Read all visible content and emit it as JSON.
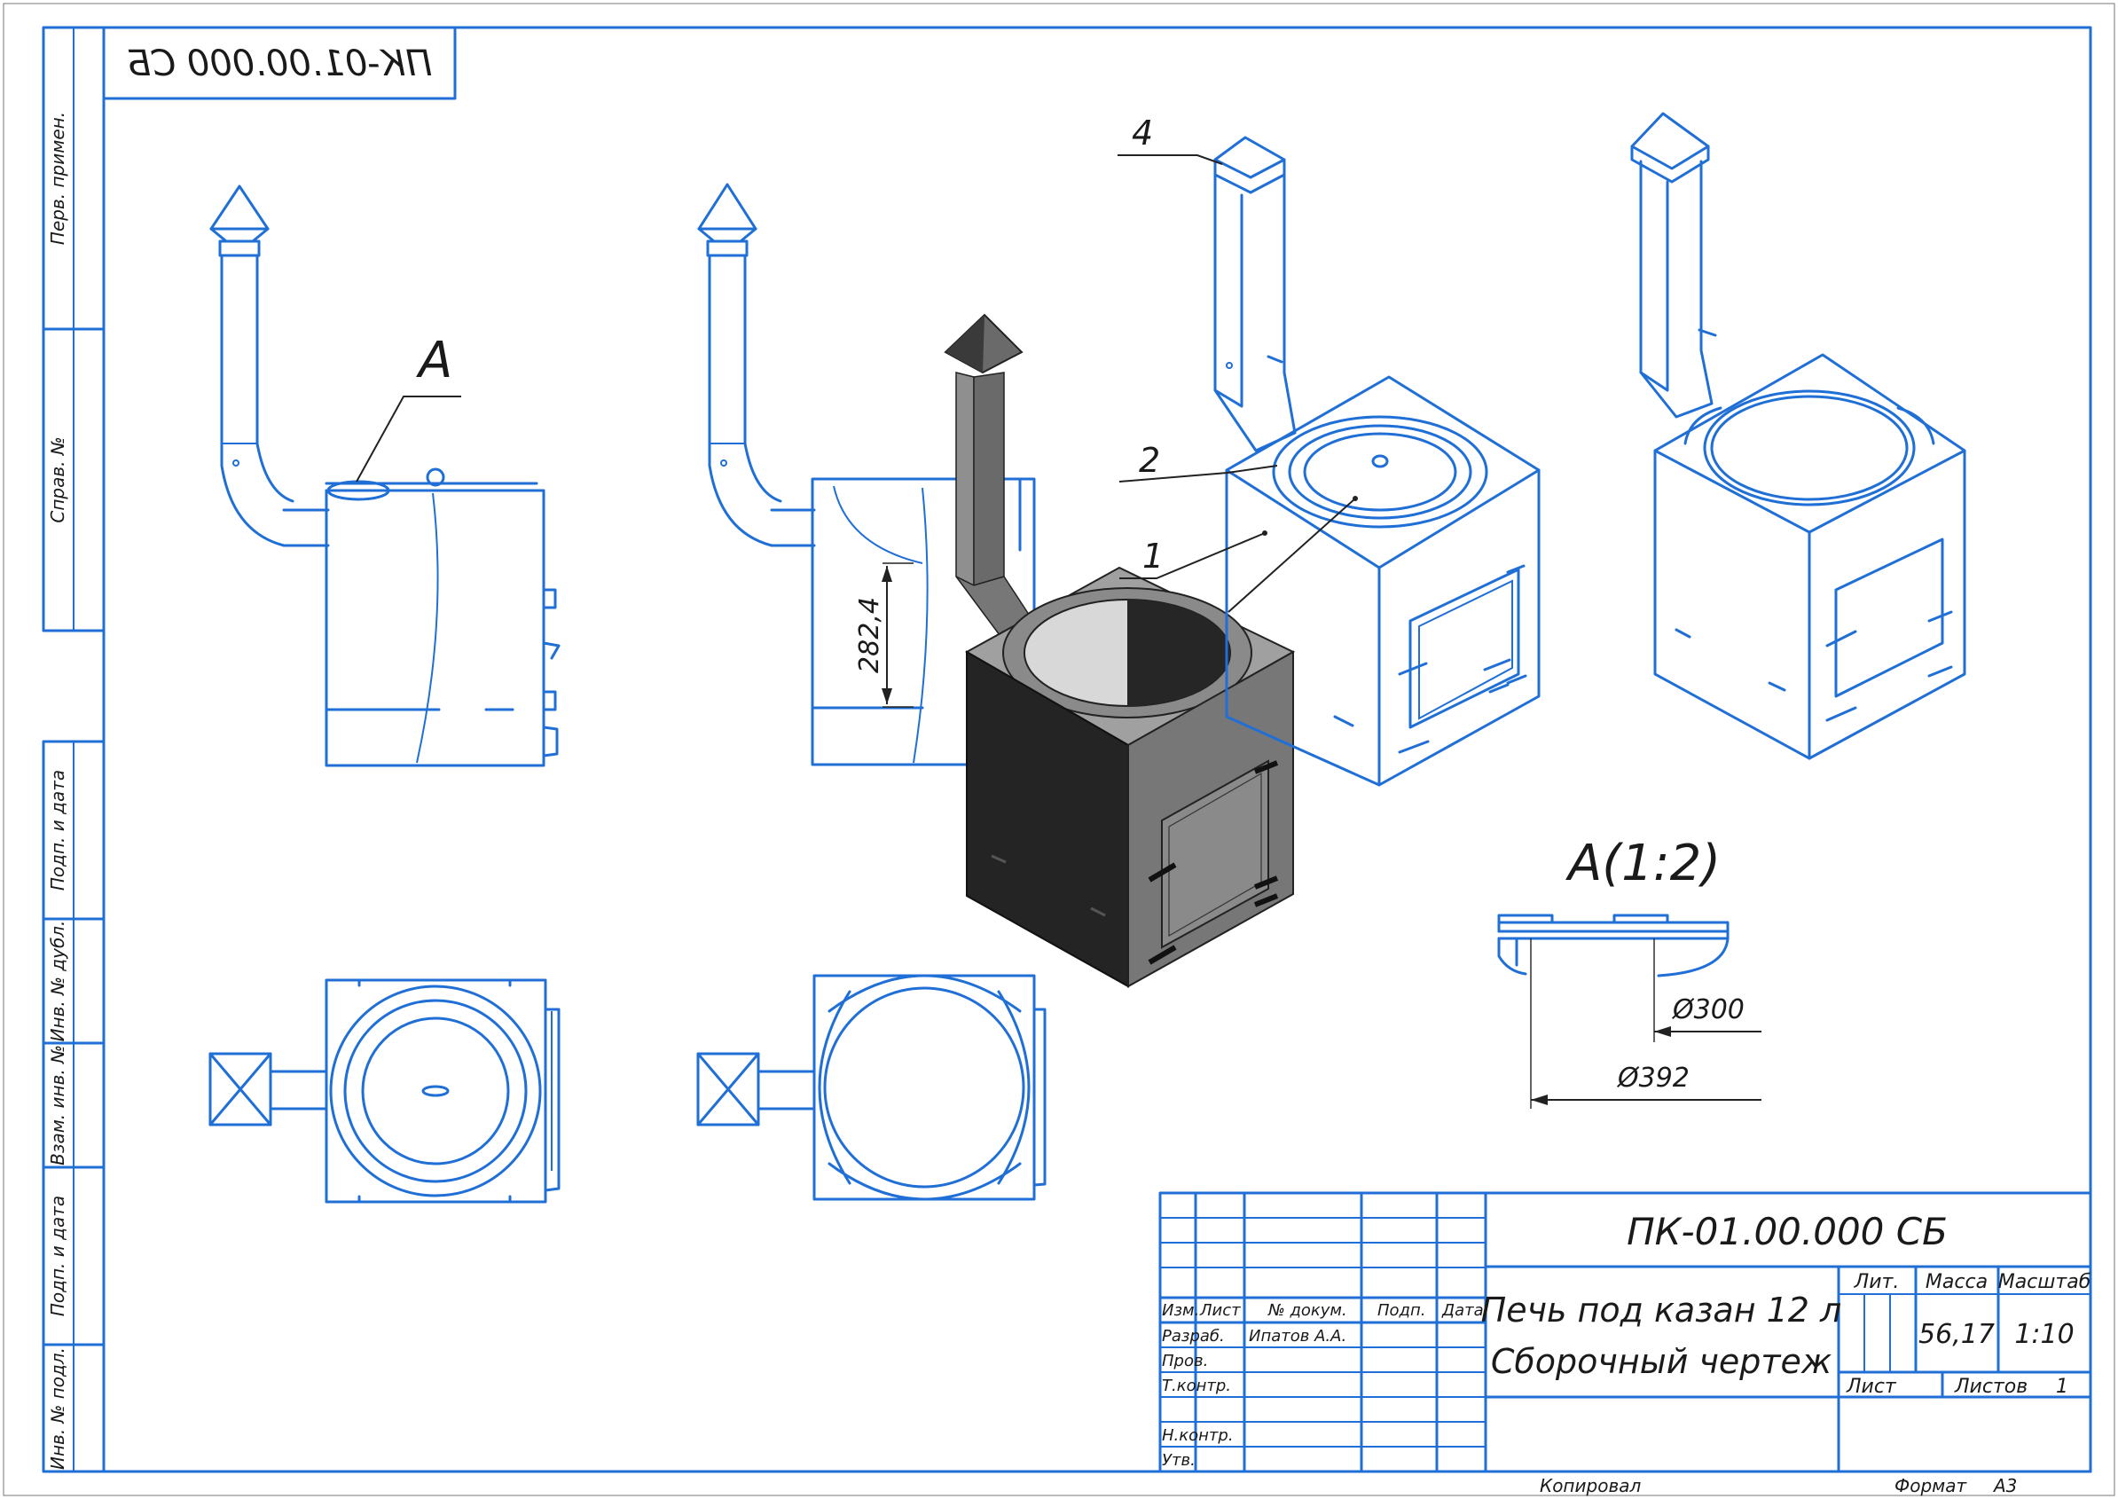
{
  "doc": {
    "designation": "ПК-01.00.000 СБ",
    "designation_mirrored": "ПК-01.00.000 СБ",
    "title_line1": "Печь под казан 12 л",
    "title_line2": "Сборочный чертеж",
    "lit_label": "Лит.",
    "mass_label": "Масса",
    "scale_label": "Масштаб",
    "mass_value": "56,17",
    "scale_value": "1:10",
    "sheet_label": "Лист",
    "sheets_label": "Листов",
    "sheets_value": "1",
    "copied_label": "Копировал",
    "format_label": "Формат",
    "format_value": "А3"
  },
  "title_block": {
    "header": [
      "Изм.",
      "Лист",
      "№ докум.",
      "Подп.",
      "Дата"
    ],
    "rows": [
      {
        "role": "Разраб.",
        "name": "Ипатов А.А."
      },
      {
        "role": "Пров.",
        "name": ""
      },
      {
        "role": "Т.контр.",
        "name": ""
      },
      {
        "role": "",
        "name": ""
      },
      {
        "role": "Н.контр.",
        "name": ""
      },
      {
        "role": "Утв.",
        "name": ""
      }
    ]
  },
  "side_stamps": [
    "Перв. примен.",
    "Справ. №",
    "Подп. и дата",
    "Инв. № дубл.",
    "Взам. инв. №",
    "Подп. и дата",
    "Инв. № подл."
  ],
  "annotations": {
    "view_a": "А",
    "detail_a": "А(1:2)",
    "dim_height": "282,4",
    "dim_d300": "Ø300",
    "dim_d392": "Ø392",
    "leaders": [
      "1",
      "2",
      "4"
    ]
  },
  "colors": {
    "line_blue": "#1f6fd6",
    "shade_dark": "#242424",
    "shade_mid": "#5a5a5a",
    "shade_light": "#9a9a9a"
  }
}
